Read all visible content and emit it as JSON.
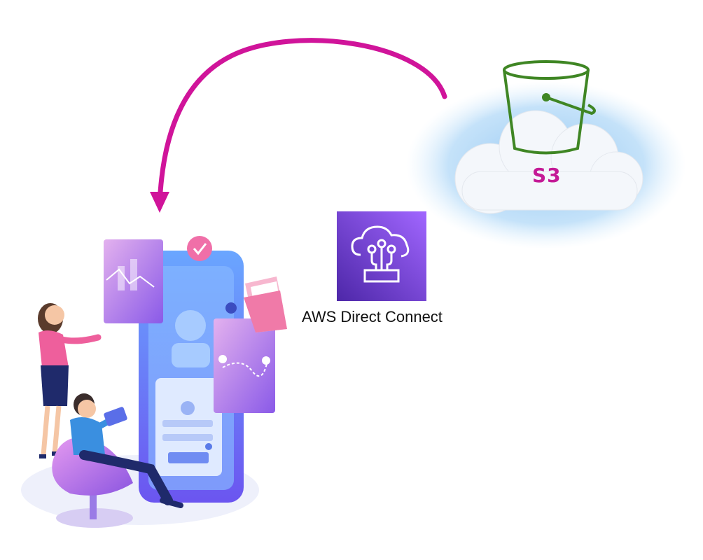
{
  "diagram": {
    "s3": {
      "label": "S3",
      "icon": "s3-bucket-icon",
      "label_color": "#c41a96",
      "bucket_color": "#3f8624"
    },
    "direct_connect": {
      "label": "AWS Direct Connect",
      "icon": "direct-connect-icon"
    },
    "arrow": {
      "color": "#d0149a",
      "from": "s3",
      "to": "users"
    },
    "illustration": {
      "icon": "people-using-mobile-app-illustration"
    }
  }
}
